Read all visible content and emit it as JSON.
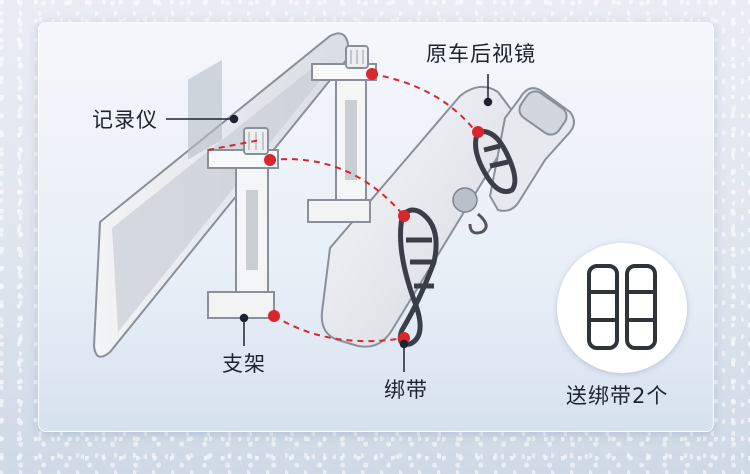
{
  "labels": {
    "recorder": "记录仪",
    "mirror": "原车后视镜",
    "bracket": "支架",
    "strap": "绑带",
    "gift": "送绑带2个"
  }
}
